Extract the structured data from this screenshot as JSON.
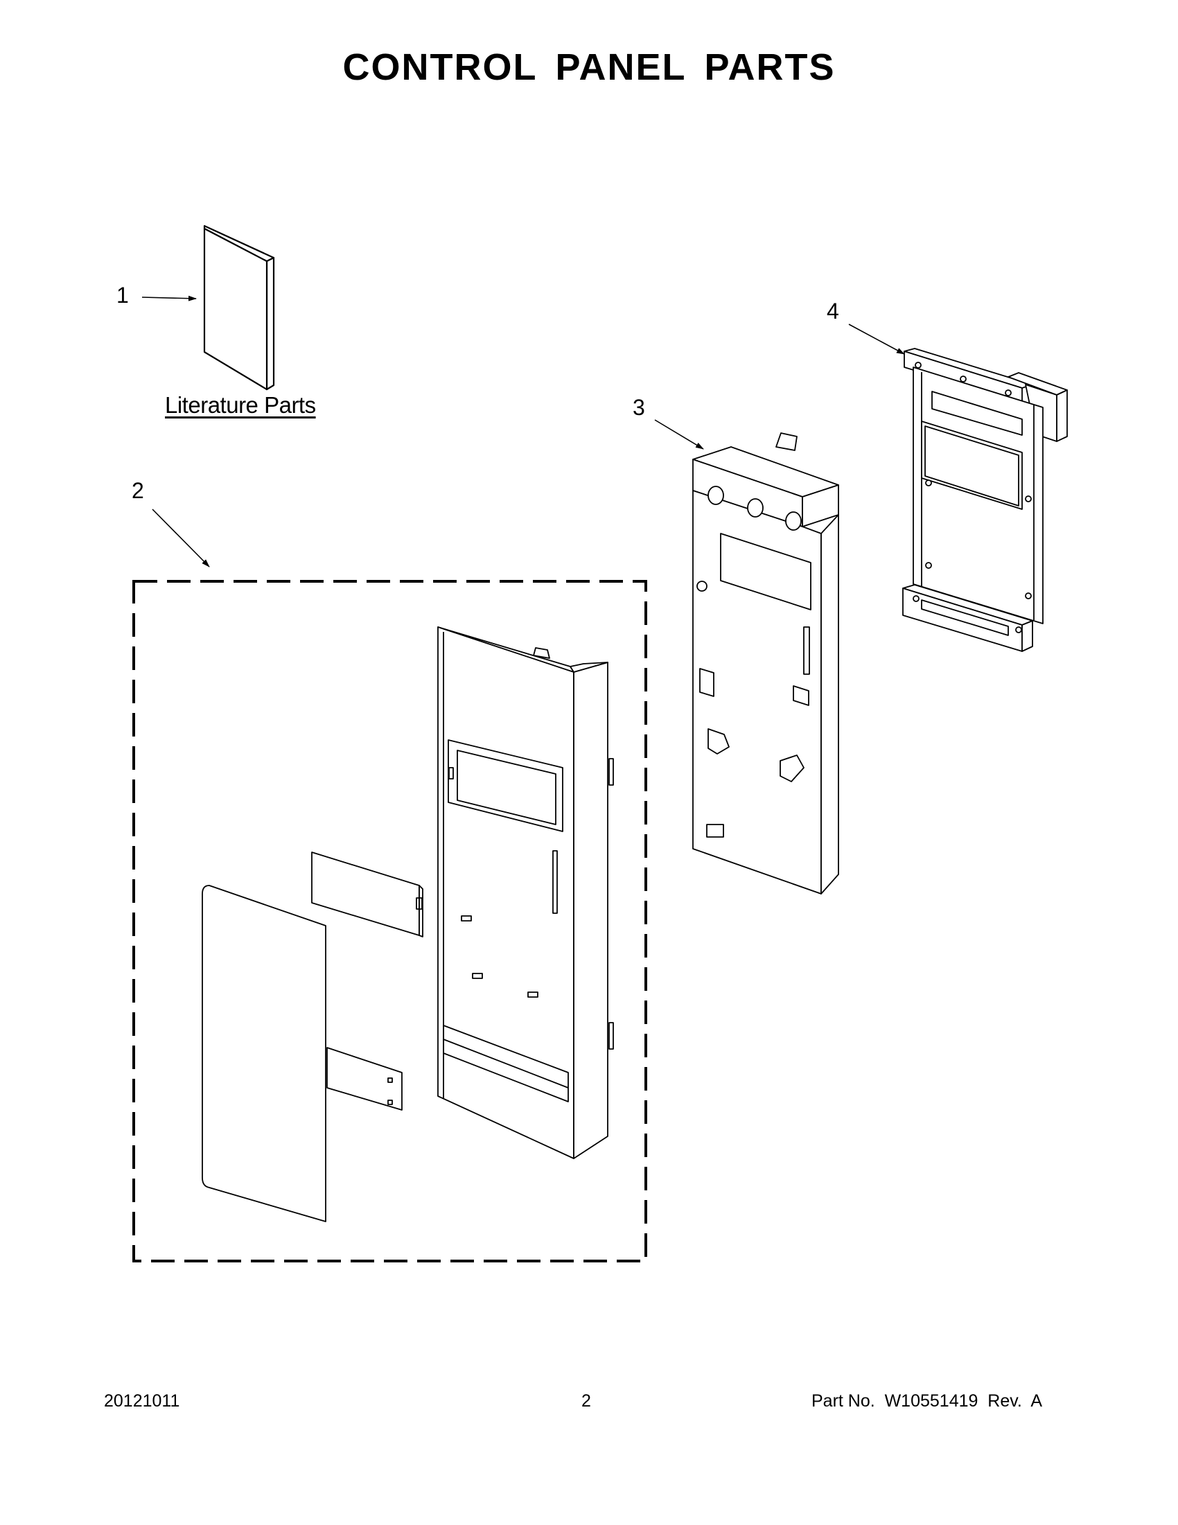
{
  "page": {
    "title": "CONTROL PANEL PARTS"
  },
  "callouts": {
    "c1": "1",
    "c2": "2",
    "c3": "3",
    "c4": "4"
  },
  "literature_label": "Literature Parts",
  "footer": {
    "date": "20121011",
    "page_number": "2",
    "part_no": "Part No.  W10551419  Rev.  A"
  }
}
